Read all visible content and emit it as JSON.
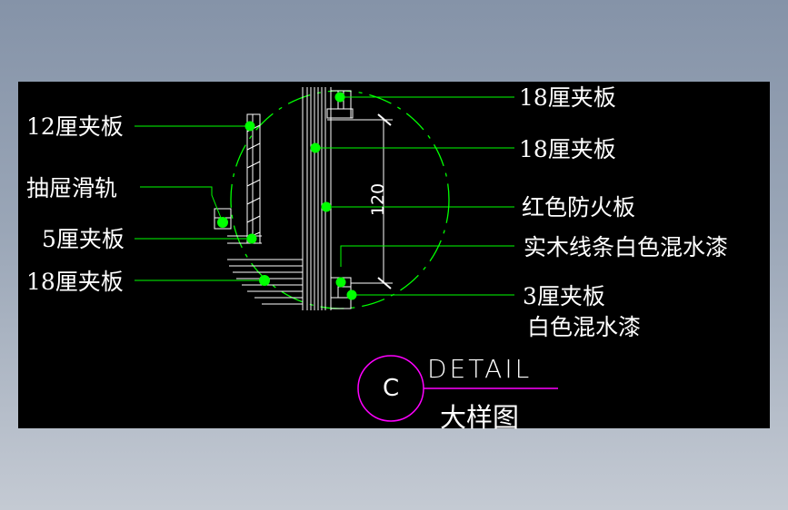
{
  "labels": {
    "left": [
      {
        "text": "12厘夹板"
      },
      {
        "text": "抽屉滑轨"
      },
      {
        "text": "5厘夹板"
      },
      {
        "text": "18厘夹板"
      }
    ],
    "right": [
      {
        "text": "18厘夹板"
      },
      {
        "text": "18厘夹板"
      },
      {
        "text": "红色防火板"
      },
      {
        "text": "实木线条白色混水漆"
      },
      {
        "text": "3厘夹板"
      },
      {
        "text": "白色混水漆"
      }
    ]
  },
  "dimension": {
    "value": "120"
  },
  "detail": {
    "letter": "C",
    "word": "DETAIL",
    "subtitle": "大样图"
  },
  "colors": {
    "canvas": "#000000",
    "leader": "#00ff00",
    "marker": "#00ff00",
    "geometry": "#ffffff",
    "circle": "#00ff00",
    "detail_ring": "#ff00ff",
    "text": "#ffffff"
  }
}
